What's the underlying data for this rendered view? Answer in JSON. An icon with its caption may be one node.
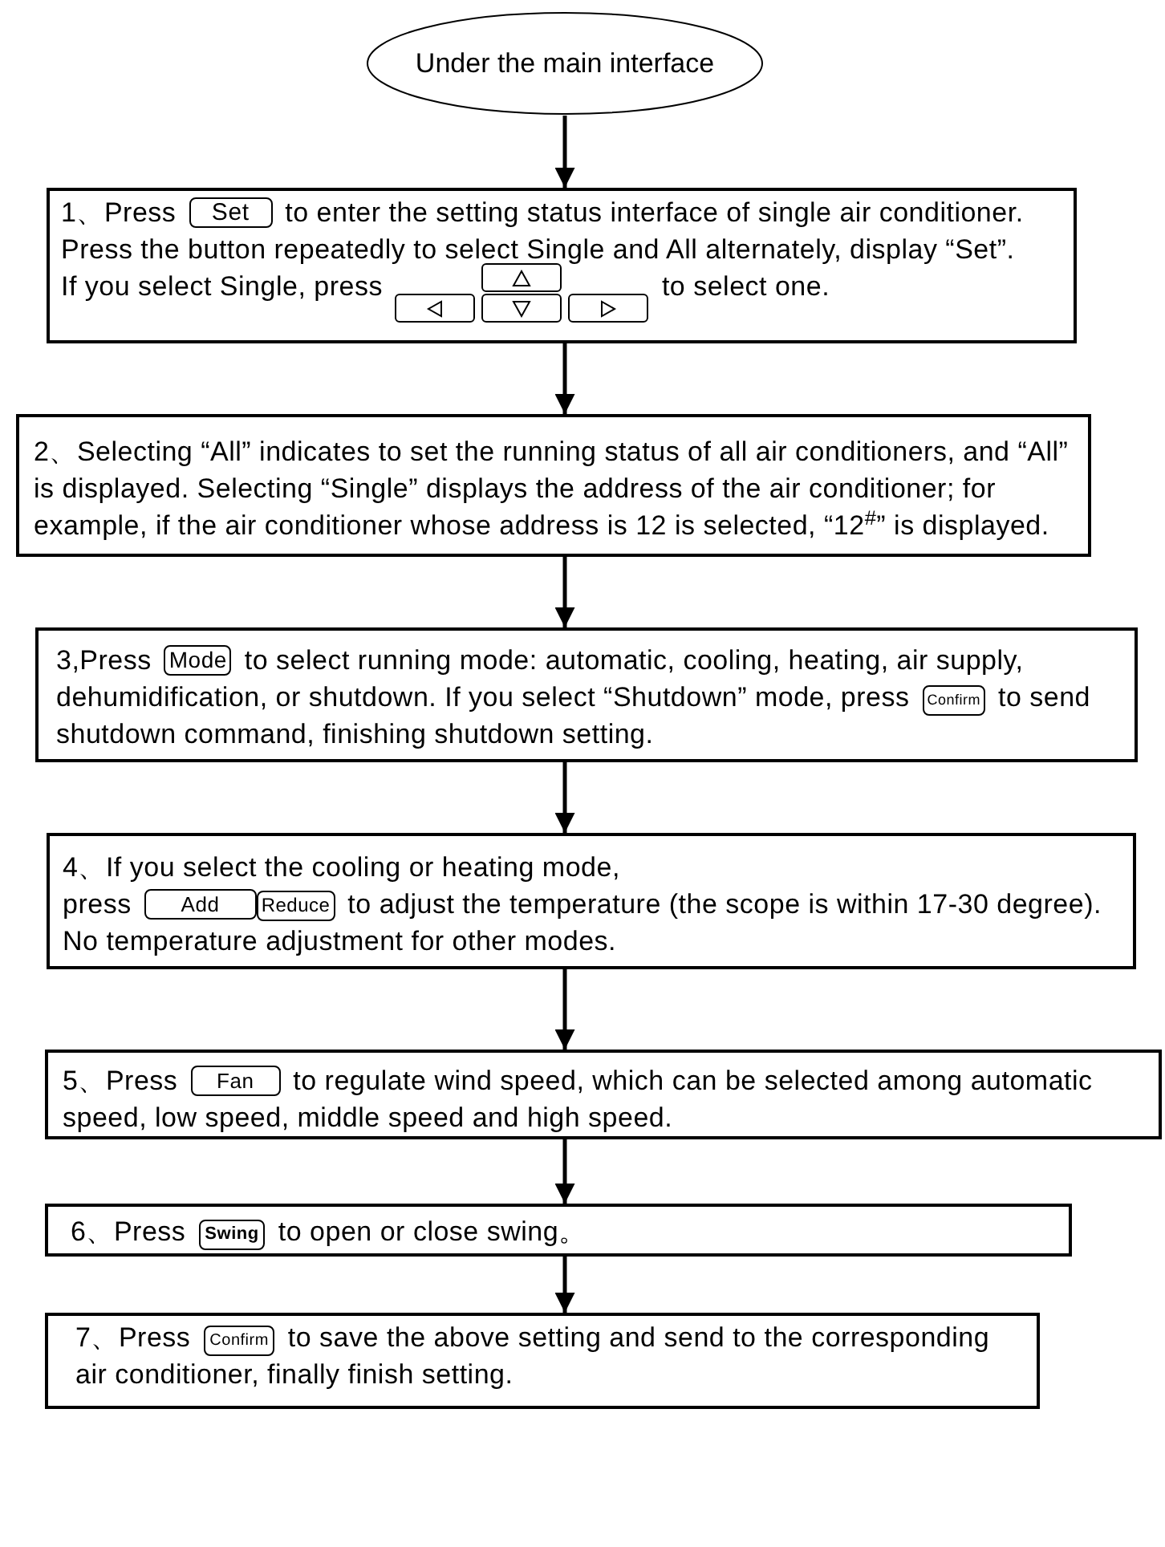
{
  "diagram": {
    "nodes": [
      {
        "text": [
          "Under the main interface"
        ]
      },
      {
        "text": [
          "1、Press",
          "to enter the setting status  interface of single air conditioner. Press the button repeatedly to select Single and All  alternately, display “Set”.",
          "If you select Single, press",
          "to select one."
        ]
      },
      {
        "text": [
          "Set"
        ],
        "in": 1
      },
      {
        "text": [],
        "shape": "box",
        "in": 1
      },
      {
        "text": [],
        "shape": "box",
        "in": 1
      },
      {
        "text": [],
        "shape": "box",
        "in": 1
      },
      {
        "text": [],
        "shape": "box",
        "in": 1
      },
      {
        "text": [
          "2、Selecting “All” indicates to set the running status of all air conditioners, and “All” is displayed. Selecting “Single” displays the address of the air conditioner; for example, if the air conditioner whose address is 12 is selected, “12$^{#}$” is displayed."
        ]
      },
      {
        "text": [
          "3,Press",
          "to select running mode: automatic, cooling, heating, air supply, dehumidification, or shutdown. If you select “Shutdown” mode, press",
          "to send shutdown command, finishing shutdown setting."
        ]
      },
      {
        "text": [
          "Mode"
        ],
        "in": 8
      },
      {
        "text": [
          "Confirm"
        ],
        "in": 8
      },
      {
        "text": [
          "4、If you select the cooling or heating mode,",
          "press",
          "to adjust the temperature (the scope is within 17-30 degree). No temperature adjustment for other modes."
        ]
      },
      {
        "text": [
          "Add"
        ],
        "in": 11
      },
      {
        "text": [
          "Reduce"
        ],
        "in": 11
      },
      {
        "text": [
          "5、Press",
          "to regulate wind speed, which can be selected among automatic speed, low speed, middle speed and high speed."
        ]
      },
      {
        "text": [
          "Fan"
        ],
        "in": 14
      },
      {
        "text": [
          "6、Press",
          "to open or close swing。"
        ]
      },
      {
        "text": [
          "Swing"
        ],
        "in": 16
      },
      {
        "text": [
          "7、Press",
          "to save the above setting and send to the corresponding air conditioner, finally finish setting."
        ]
      },
      {
        "text": [
          "Confirm"
        ],
        "in": 18
      }
    ],
    "edges": [
      {
        "from": 0,
        "to": 1,
        "arrow": "to"
      },
      {
        "from": 1,
        "to": 7,
        "arrow": "to"
      },
      {
        "from": 7,
        "to": 8,
        "arrow": "to"
      },
      {
        "from": 8,
        "to": 11,
        "arrow": "to"
      },
      {
        "from": 11,
        "to": 14,
        "arrow": "to"
      },
      {
        "from": 14,
        "to": 16,
        "arrow": "to"
      },
      {
        "from": 16,
        "to": 18,
        "arrow": "to"
      }
    ]
  }
}
